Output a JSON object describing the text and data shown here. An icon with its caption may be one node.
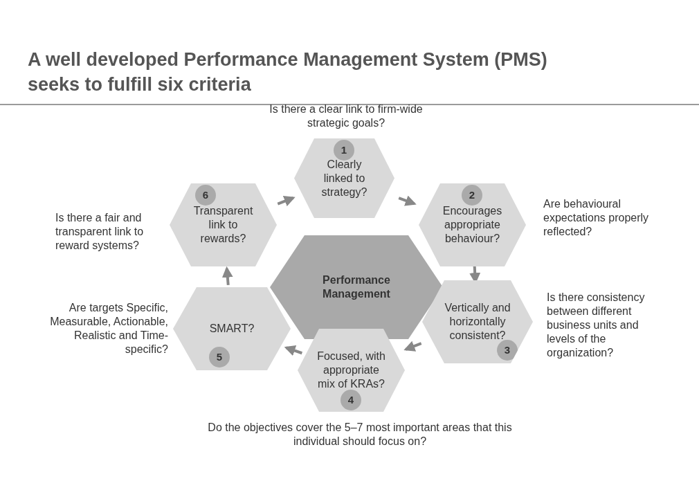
{
  "diagram": {
    "title": "A well developed Performance Management System (PMS) seeks to fulfill six criteria",
    "nodes": [
      {
        "text": [
          "Performance Management"
        ]
      },
      {
        "text": [
          "1",
          "Clearly linked to strategy?"
        ],
        "beside": [
          "Is there a clear link to firm-wide strategic goals?"
        ]
      },
      {
        "text": [
          "2",
          "Encourages appropriate behaviour?"
        ],
        "beside": [
          "Are behavioural expectations properly reflected?"
        ]
      },
      {
        "text": [
          "Vertically and horizontally consistent?",
          "3"
        ],
        "beside": [
          "Is there consistency between different business units and levels of the organization?"
        ]
      },
      {
        "text": [
          "Focused, with appropriate mix of KRAs?",
          "4"
        ],
        "beside": [
          "Do the objectives cover the 5–7 most important areas that this individual should focus on?"
        ]
      },
      {
        "text": [
          "SMART?",
          "5"
        ],
        "beside": [
          "Are targets Specific, Measurable, Actionable, Realistic and Time-specific?"
        ]
      },
      {
        "text": [
          "6",
          "Transparent link to rewards?"
        ],
        "beside": [
          "Is there a fair and transparent link to reward systems?"
        ]
      }
    ],
    "edges": [
      {
        "from": 6,
        "to": 1,
        "arrow": "to"
      },
      {
        "from": 1,
        "to": 2,
        "arrow": "to"
      },
      {
        "from": 2,
        "to": 3,
        "arrow": "to"
      },
      {
        "from": 3,
        "to": 4,
        "arrow": "to"
      },
      {
        "from": 4,
        "to": 5,
        "arrow": "to"
      },
      {
        "from": 5,
        "to": 6,
        "arrow": "to"
      }
    ]
  }
}
